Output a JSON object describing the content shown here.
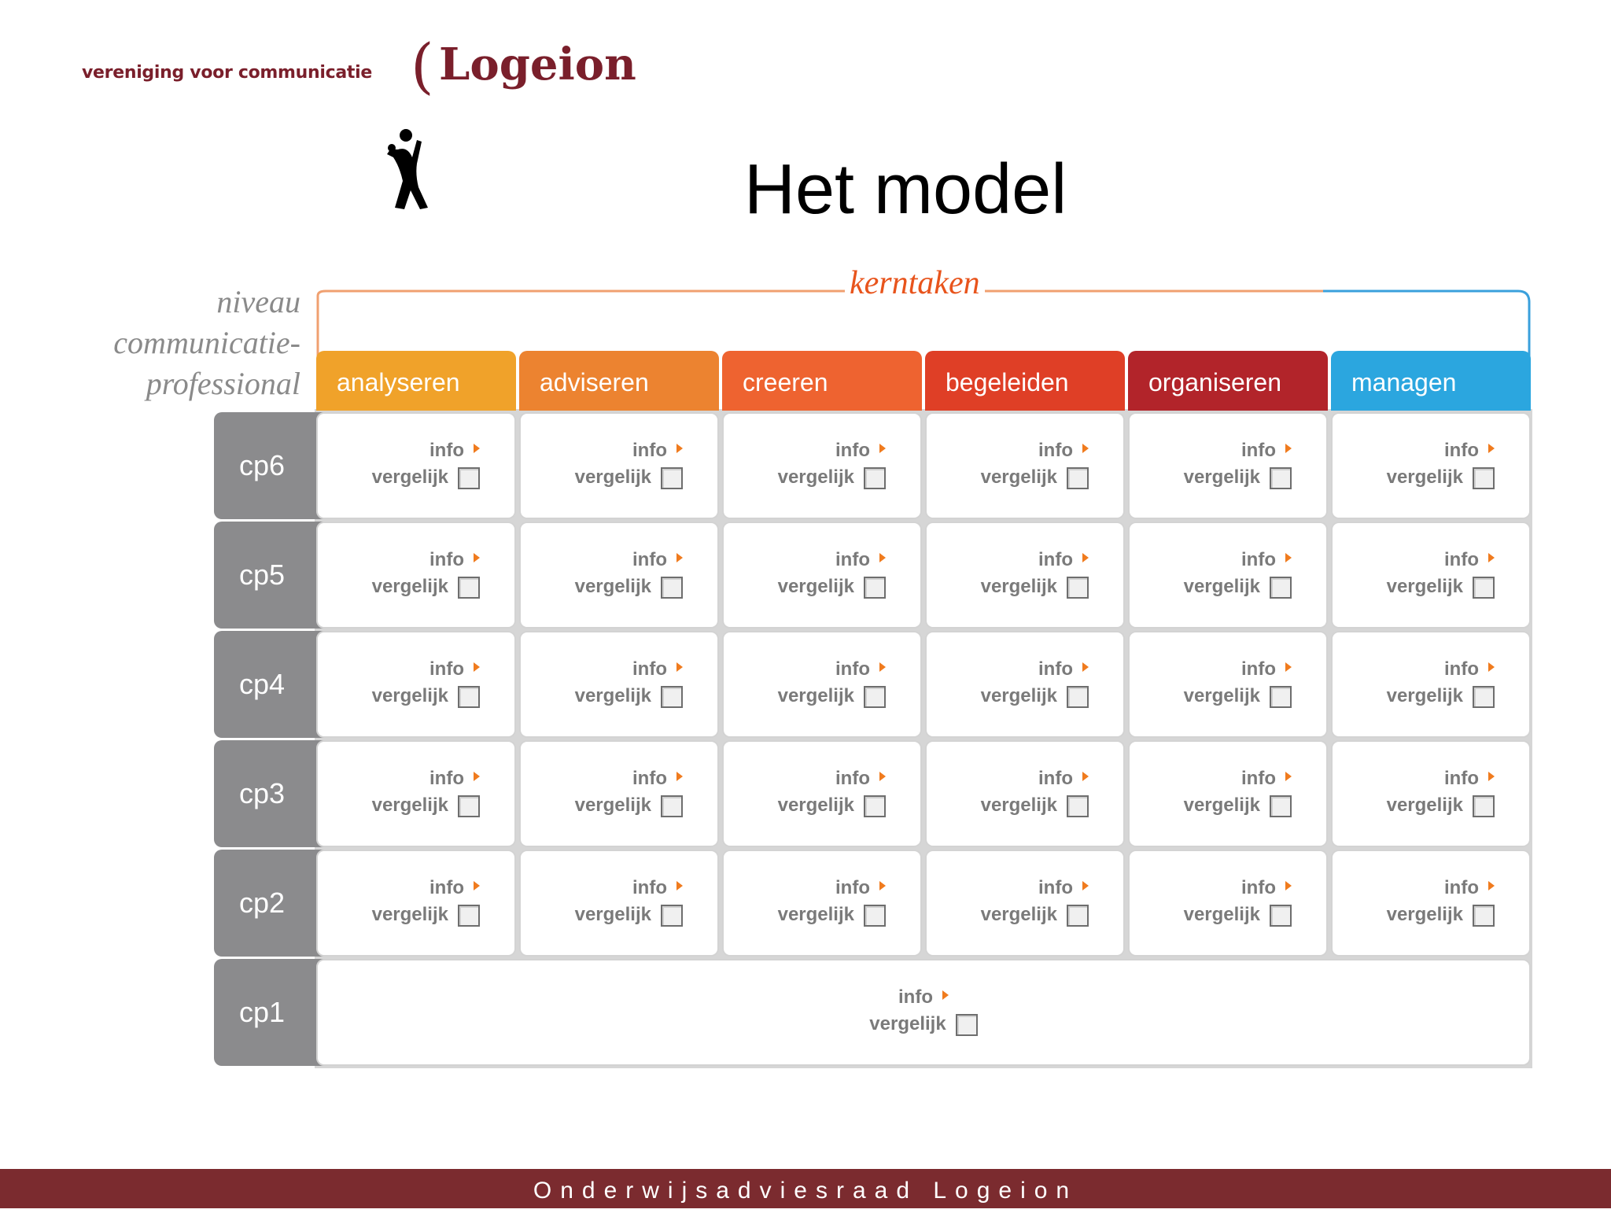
{
  "header": {
    "tagline": "vereniging voor communicatie",
    "logo_text": "Logeion",
    "title": "Het model"
  },
  "axis": {
    "niveau_lines": [
      "niveau",
      "communicatie-",
      "professional"
    ],
    "kerntaken": "kerntaken"
  },
  "columns": [
    {
      "label": "analyseren",
      "color": "#f0a22a"
    },
    {
      "label": "adviseren",
      "color": "#ec8330"
    },
    {
      "label": "creeren",
      "color": "#ee6330"
    },
    {
      "label": "begeleiden",
      "color": "#df3f26"
    },
    {
      "label": "organiseren",
      "color": "#b2242a"
    },
    {
      "label": "managen",
      "color": "#2ba6df"
    }
  ],
  "rows": [
    "cp6",
    "cp5",
    "cp4",
    "cp3",
    "cp2",
    "cp1"
  ],
  "cell": {
    "info_label": "info",
    "compare_label": "vergelijk"
  },
  "footer": {
    "text": "Onderwijsadviesraad Logeion"
  }
}
